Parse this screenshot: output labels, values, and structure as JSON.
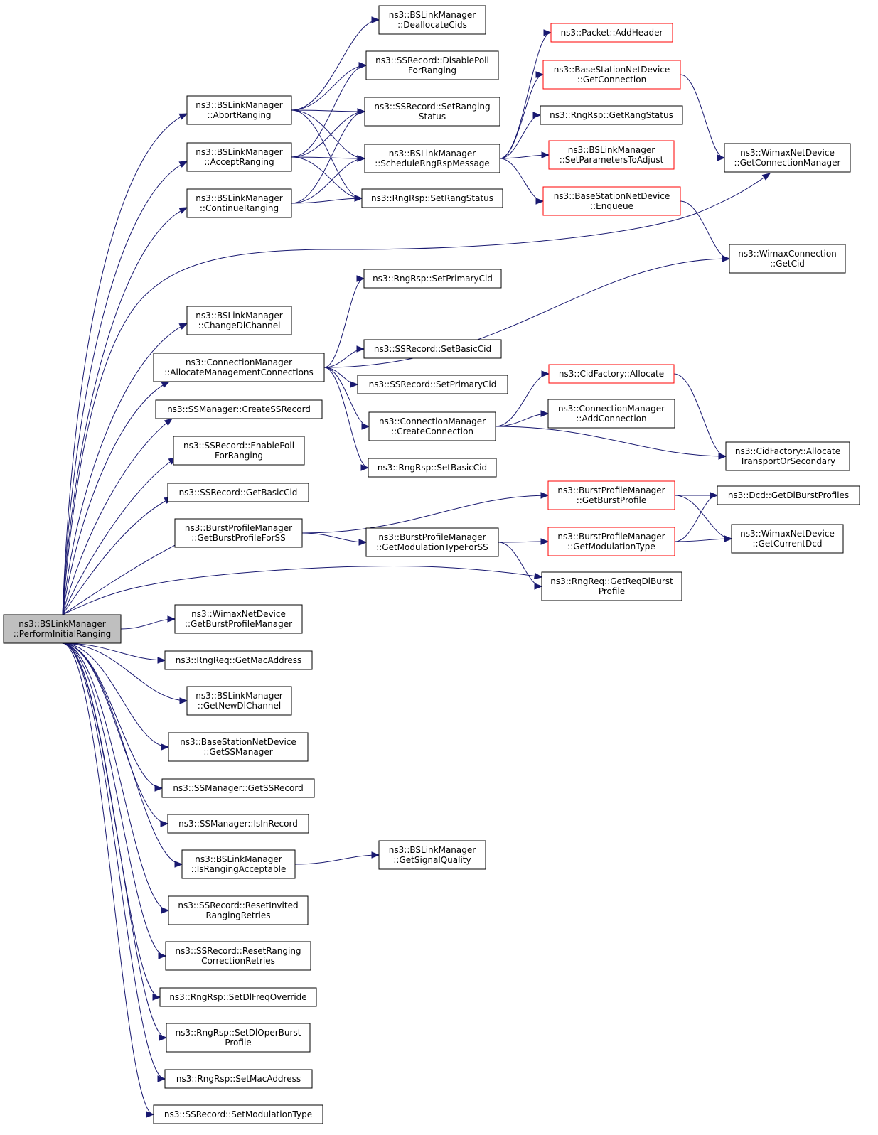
{
  "colors": {
    "edge": "#191970",
    "node_border": "#000000",
    "node_border_highlight": "#ff0000",
    "root_fill": "#bfbfbf",
    "node_fill": "#ffffff"
  },
  "nodes": [
    {
      "id": "PerformInitialRanging",
      "lines": [
        "ns3::BSLinkManager",
        "::PerformInitialRanging"
      ],
      "root": true
    },
    {
      "id": "AbortRanging",
      "lines": [
        "ns3::BSLinkManager",
        "::AbortRanging"
      ]
    },
    {
      "id": "AcceptRanging",
      "lines": [
        "ns3::BSLinkManager",
        "::AcceptRanging"
      ]
    },
    {
      "id": "ContinueRanging",
      "lines": [
        "ns3::BSLinkManager",
        "::ContinueRanging"
      ]
    },
    {
      "id": "ChangeDlChannel",
      "lines": [
        "ns3::BSLinkManager",
        "::ChangeDlChannel"
      ]
    },
    {
      "id": "AllocateManagementConnections",
      "lines": [
        "ns3::ConnectionManager",
        "::AllocateManagementConnections"
      ]
    },
    {
      "id": "CreateSSRecord",
      "lines": [
        "ns3::SSManager::CreateSSRecord"
      ]
    },
    {
      "id": "EnablePollForRanging",
      "lines": [
        "ns3::SSRecord::EnablePoll",
        "ForRanging"
      ]
    },
    {
      "id": "GetBasicCid",
      "lines": [
        "ns3::SSRecord::GetBasicCid"
      ]
    },
    {
      "id": "GetBurstProfileForSS",
      "lines": [
        "ns3::BurstProfileManager",
        "::GetBurstProfileForSS"
      ]
    },
    {
      "id": "GetBurstProfileManager",
      "lines": [
        "ns3::WimaxNetDevice",
        "::GetBurstProfileManager"
      ]
    },
    {
      "id": "GetMacAddress",
      "lines": [
        "ns3::RngReq::GetMacAddress"
      ]
    },
    {
      "id": "GetNewDlChannel",
      "lines": [
        "ns3::BSLinkManager",
        "::GetNewDlChannel"
      ]
    },
    {
      "id": "GetSSManager",
      "lines": [
        "ns3::BaseStationNetDevice",
        "::GetSSManager"
      ]
    },
    {
      "id": "GetSSRecord",
      "lines": [
        "ns3::SSManager::GetSSRecord"
      ]
    },
    {
      "id": "IsInRecord",
      "lines": [
        "ns3::SSManager::IsInRecord"
      ]
    },
    {
      "id": "IsRangingAcceptable",
      "lines": [
        "ns3::BSLinkManager",
        "::IsRangingAcceptable"
      ]
    },
    {
      "id": "ResetInvitedRangingRetries",
      "lines": [
        "ns3::SSRecord::ResetInvited",
        "RangingRetries"
      ]
    },
    {
      "id": "ResetRangingCorrectionRetries",
      "lines": [
        "ns3::SSRecord::ResetRanging",
        "CorrectionRetries"
      ]
    },
    {
      "id": "SetDlFreqOverride",
      "lines": [
        "ns3::RngRsp::SetDlFreqOverride"
      ]
    },
    {
      "id": "SetDlOperBurstProfile",
      "lines": [
        "ns3::RngRsp::SetDlOperBurst",
        "Profile"
      ]
    },
    {
      "id": "SetMacAddress",
      "lines": [
        "ns3::RngRsp::SetMacAddress"
      ]
    },
    {
      "id": "SetModulationType",
      "lines": [
        "ns3::SSRecord::SetModulationType"
      ]
    },
    {
      "id": "DeallocateCids",
      "lines": [
        "ns3::BSLinkManager",
        "::DeallocateCids"
      ]
    },
    {
      "id": "DisablePollForRanging",
      "lines": [
        "ns3::SSRecord::DisablePoll",
        "ForRanging"
      ]
    },
    {
      "id": "SetRangingStatus",
      "lines": [
        "ns3::SSRecord::SetRanging",
        "Status"
      ]
    },
    {
      "id": "ScheduleRngRspMessage",
      "lines": [
        "ns3::BSLinkManager",
        "::ScheduleRngRspMessage"
      ]
    },
    {
      "id": "SetRangStatus",
      "lines": [
        "ns3::RngRsp::SetRangStatus"
      ]
    },
    {
      "id": "SetPrimaryCidRsp",
      "lines": [
        "ns3::RngRsp::SetPrimaryCid"
      ]
    },
    {
      "id": "SetBasicCidRec",
      "lines": [
        "ns3::SSRecord::SetBasicCid"
      ]
    },
    {
      "id": "SetPrimaryCidRec",
      "lines": [
        "ns3::SSRecord::SetPrimaryCid"
      ]
    },
    {
      "id": "CreateConnection",
      "lines": [
        "ns3::ConnectionManager",
        "::CreateConnection"
      ]
    },
    {
      "id": "SetBasicCidRsp",
      "lines": [
        "ns3::RngRsp::SetBasicCid"
      ]
    },
    {
      "id": "GetModulationTypeForSS",
      "lines": [
        "ns3::BurstProfileManager",
        "::GetModulationTypeForSS"
      ]
    },
    {
      "id": "GetSignalQuality",
      "lines": [
        "ns3::BSLinkManager",
        "::GetSignalQuality"
      ]
    },
    {
      "id": "AddHeader",
      "lines": [
        "ns3::Packet::AddHeader"
      ],
      "highlight": true
    },
    {
      "id": "GetConnection",
      "lines": [
        "ns3::BaseStationNetDevice",
        "::GetConnection"
      ],
      "highlight": true
    },
    {
      "id": "GetRangStatus",
      "lines": [
        "ns3::RngRsp::GetRangStatus"
      ]
    },
    {
      "id": "SetParametersToAdjust",
      "lines": [
        "ns3::BSLinkManager",
        "::SetParametersToAdjust"
      ],
      "highlight": true
    },
    {
      "id": "Enqueue",
      "lines": [
        "ns3::BaseStationNetDevice",
        "::Enqueue"
      ],
      "highlight": true
    },
    {
      "id": "CidAllocate",
      "lines": [
        "ns3::CidFactory::Allocate"
      ],
      "highlight": true
    },
    {
      "id": "AddConnection",
      "lines": [
        "ns3::ConnectionManager",
        "::AddConnection"
      ]
    },
    {
      "id": "GetBurstProfile",
      "lines": [
        "ns3::BurstProfileManager",
        "::GetBurstProfile"
      ],
      "highlight": true
    },
    {
      "id": "GetModulationType",
      "lines": [
        "ns3::BurstProfileManager",
        "::GetModulationType"
      ],
      "highlight": true
    },
    {
      "id": "GetReqDlBurstProfile",
      "lines": [
        "ns3::RngReq::GetReqDlBurst",
        "Profile"
      ]
    },
    {
      "id": "GetConnectionManager",
      "lines": [
        "ns3::WimaxNetDevice",
        "::GetConnectionManager"
      ]
    },
    {
      "id": "GetCid",
      "lines": [
        "ns3::WimaxConnection",
        "::GetCid"
      ]
    },
    {
      "id": "AllocateTransportOrSecondary",
      "lines": [
        "ns3::CidFactory::Allocate",
        "TransportOrSecondary"
      ]
    },
    {
      "id": "GetDlBurstProfiles",
      "lines": [
        "ns3::Dcd::GetDlBurstProfiles"
      ]
    },
    {
      "id": "GetCurrentDcd",
      "lines": [
        "ns3::WimaxNetDevice",
        "::GetCurrentDcd"
      ]
    }
  ],
  "edges": [
    [
      "PerformInitialRanging",
      "AbortRanging"
    ],
    [
      "PerformInitialRanging",
      "AcceptRanging"
    ],
    [
      "PerformInitialRanging",
      "ContinueRanging"
    ],
    [
      "PerformInitialRanging",
      "GetConnectionManager"
    ],
    [
      "PerformInitialRanging",
      "ChangeDlChannel"
    ],
    [
      "PerformInitialRanging",
      "AllocateManagementConnections"
    ],
    [
      "PerformInitialRanging",
      "CreateSSRecord"
    ],
    [
      "PerformInitialRanging",
      "EnablePollForRanging"
    ],
    [
      "PerformInitialRanging",
      "GetBasicCid"
    ],
    [
      "PerformInitialRanging",
      "GetBurstProfileForSS"
    ],
    [
      "PerformInitialRanging",
      "GetReqDlBurstProfile"
    ],
    [
      "PerformInitialRanging",
      "GetBurstProfileManager"
    ],
    [
      "PerformInitialRanging",
      "GetMacAddress"
    ],
    [
      "PerformInitialRanging",
      "GetNewDlChannel"
    ],
    [
      "PerformInitialRanging",
      "GetSSManager"
    ],
    [
      "PerformInitialRanging",
      "GetSSRecord"
    ],
    [
      "PerformInitialRanging",
      "IsInRecord"
    ],
    [
      "PerformInitialRanging",
      "IsRangingAcceptable"
    ],
    [
      "PerformInitialRanging",
      "ResetInvitedRangingRetries"
    ],
    [
      "PerformInitialRanging",
      "ResetRangingCorrectionRetries"
    ],
    [
      "PerformInitialRanging",
      "SetDlFreqOverride"
    ],
    [
      "PerformInitialRanging",
      "SetDlOperBurstProfile"
    ],
    [
      "PerformInitialRanging",
      "SetMacAddress"
    ],
    [
      "PerformInitialRanging",
      "SetModulationType"
    ],
    [
      "AbortRanging",
      "DeallocateCids"
    ],
    [
      "AbortRanging",
      "DisablePollForRanging"
    ],
    [
      "AbortRanging",
      "SetRangingStatus"
    ],
    [
      "AbortRanging",
      "ScheduleRngRspMessage"
    ],
    [
      "AbortRanging",
      "SetRangStatus"
    ],
    [
      "AcceptRanging",
      "DisablePollForRanging"
    ],
    [
      "AcceptRanging",
      "SetRangingStatus"
    ],
    [
      "AcceptRanging",
      "ScheduleRngRspMessage"
    ],
    [
      "AcceptRanging",
      "SetRangStatus"
    ],
    [
      "ContinueRanging",
      "SetRangingStatus"
    ],
    [
      "ContinueRanging",
      "ScheduleRngRspMessage"
    ],
    [
      "ContinueRanging",
      "SetRangStatus"
    ],
    [
      "ScheduleRngRspMessage",
      "AddHeader"
    ],
    [
      "ScheduleRngRspMessage",
      "GetConnection"
    ],
    [
      "ScheduleRngRspMessage",
      "GetRangStatus"
    ],
    [
      "ScheduleRngRspMessage",
      "SetParametersToAdjust"
    ],
    [
      "ScheduleRngRspMessage",
      "Enqueue"
    ],
    [
      "GetConnection",
      "GetConnectionManager"
    ],
    [
      "Enqueue",
      "GetCid"
    ],
    [
      "AllocateManagementConnections",
      "SetPrimaryCidRsp"
    ],
    [
      "AllocateManagementConnections",
      "GetCid"
    ],
    [
      "AllocateManagementConnections",
      "SetBasicCidRec"
    ],
    [
      "AllocateManagementConnections",
      "SetPrimaryCidRec"
    ],
    [
      "AllocateManagementConnections",
      "CreateConnection"
    ],
    [
      "AllocateManagementConnections",
      "SetBasicCidRsp"
    ],
    [
      "CreateConnection",
      "CidAllocate"
    ],
    [
      "CreateConnection",
      "AddConnection"
    ],
    [
      "CreateConnection",
      "AllocateTransportOrSecondary"
    ],
    [
      "CidAllocate",
      "AllocateTransportOrSecondary"
    ],
    [
      "GetBurstProfileForSS",
      "GetBurstProfile"
    ],
    [
      "GetBurstProfileForSS",
      "GetModulationTypeForSS"
    ],
    [
      "GetModulationTypeForSS",
      "GetModulationType"
    ],
    [
      "GetModulationTypeForSS",
      "GetReqDlBurstProfile"
    ],
    [
      "GetBurstProfile",
      "GetDlBurstProfiles"
    ],
    [
      "GetBurstProfile",
      "GetCurrentDcd"
    ],
    [
      "GetModulationType",
      "GetDlBurstProfiles"
    ],
    [
      "GetModulationType",
      "GetCurrentDcd"
    ],
    [
      "IsRangingAcceptable",
      "GetSignalQuality"
    ]
  ]
}
